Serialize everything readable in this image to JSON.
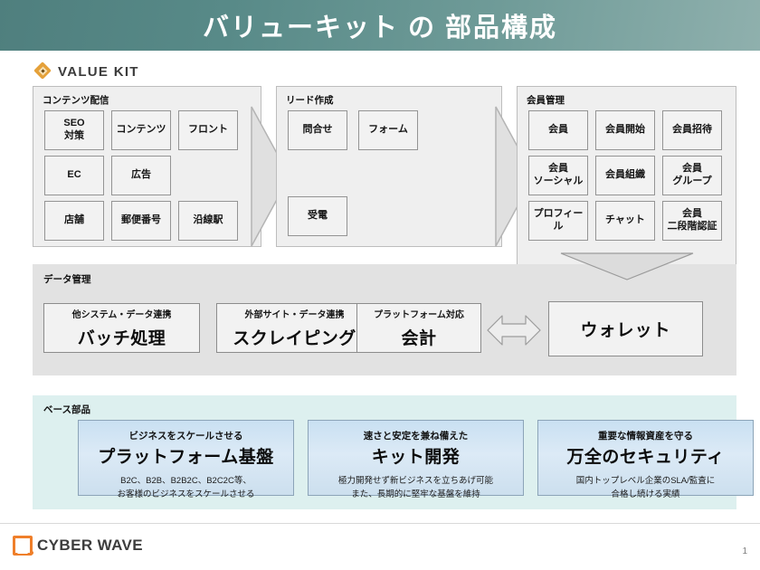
{
  "slide": {
    "title": "バリューキット の 部品構成",
    "page_number": "1",
    "title_bg_from": "#4f7f7e",
    "title_bg_to": "#8fb0ad"
  },
  "product_logo": {
    "name": "VALUE KIT",
    "mark_color": "#e5a13a"
  },
  "sections": [
    {
      "id": "content-delivery",
      "title": "コンテンツ配信",
      "boxes": [
        "SEO\n対策",
        "コンテンツ",
        "フロント",
        "EC",
        "広告",
        "",
        "店舗",
        "郵便番号",
        "沿線駅"
      ]
    },
    {
      "id": "lead-creation",
      "title": "リード作成",
      "boxes": [
        "問合せ",
        "フォーム",
        "受電"
      ]
    },
    {
      "id": "member-management",
      "title": "会員管理",
      "boxes": [
        "会員",
        "会員開始",
        "会員招待",
        "会員\nソーシャル",
        "会員組織",
        "会員\nグループ",
        "プロフィール",
        "チャット",
        "会員\n二段階認証"
      ]
    }
  ],
  "data_management": {
    "title": "データ管理",
    "boxes": [
      {
        "caption": "他システム・データ連携",
        "label": "バッチ処理"
      },
      {
        "caption": "外部サイト・データ連携",
        "label": "スクレイピング"
      },
      {
        "caption": "プラットフォーム対応",
        "label": "会計"
      }
    ]
  },
  "wallet": {
    "label": "ウォレット"
  },
  "base_parts": {
    "title": "ベース部品",
    "accent_bg": "#ddf0ef",
    "card_bg": "#c9e0f2",
    "cards": [
      {
        "lead": "ビジネスをスケールさせる",
        "head": "プラットフォーム基盤",
        "desc": "B2C、B2B、B2B2C、B2C2C等、\nお客様のビジネスをスケールさせる"
      },
      {
        "lead": "速さと安定を兼ね備えた",
        "head": "キット開発",
        "desc": "極力開発せず新ビジネスを立ちあげ可能\nまた、長期的に堅牢な基盤を維持"
      },
      {
        "lead": "重要な情報資産を守る",
        "head": "万全のセキュリティ",
        "desc": "国内トップレベル企業のSLA/監査に\n合格し続ける実績"
      }
    ]
  },
  "company_logo": {
    "name": "CYBER WAVE",
    "mark_color": "#ef7f2a"
  }
}
